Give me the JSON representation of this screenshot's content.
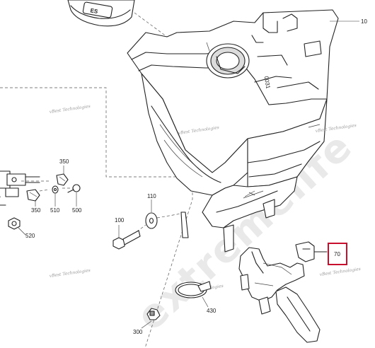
{
  "watermark": {
    "site_text": "extremelife",
    "credit_text": "vBest Technologies"
  },
  "callouts": {
    "c10": "10",
    "c70": "70",
    "c100": "100",
    "c110": "110",
    "c300": "300",
    "c350_top": "350",
    "c350_bottom": "350",
    "c430": "430",
    "c500": "500",
    "c510": "510",
    "c520": "520"
  },
  "cap_text": "ES",
  "tank_text": "0031",
  "highlight_color": "#c8102e"
}
